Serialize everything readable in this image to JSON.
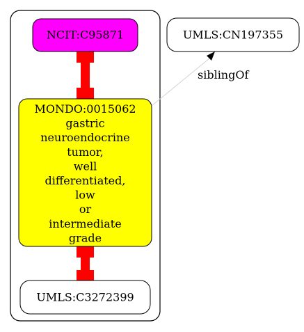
{
  "diagram": {
    "nodes": {
      "ncit": {
        "label": "NCIT:C95871",
        "fill": "#ff00ff"
      },
      "mondo": {
        "lines": [
          "MONDO:0015062",
          "gastric",
          "neuroendocrine",
          "tumor,",
          "well",
          "differentiated,",
          "low",
          "or",
          "intermediate",
          "grade"
        ],
        "fill": "#ffff00"
      },
      "umls_c3272399": {
        "label": "UMLS:C3272399",
        "fill": "#ffffff"
      },
      "umls_cn197355": {
        "label": "UMLS:CN197355",
        "fill": "#ffffff"
      }
    },
    "edges": {
      "equivalent_color": "#ff0000",
      "sibling": {
        "label": "siblingOf",
        "color": "#d3d3d3"
      }
    }
  }
}
